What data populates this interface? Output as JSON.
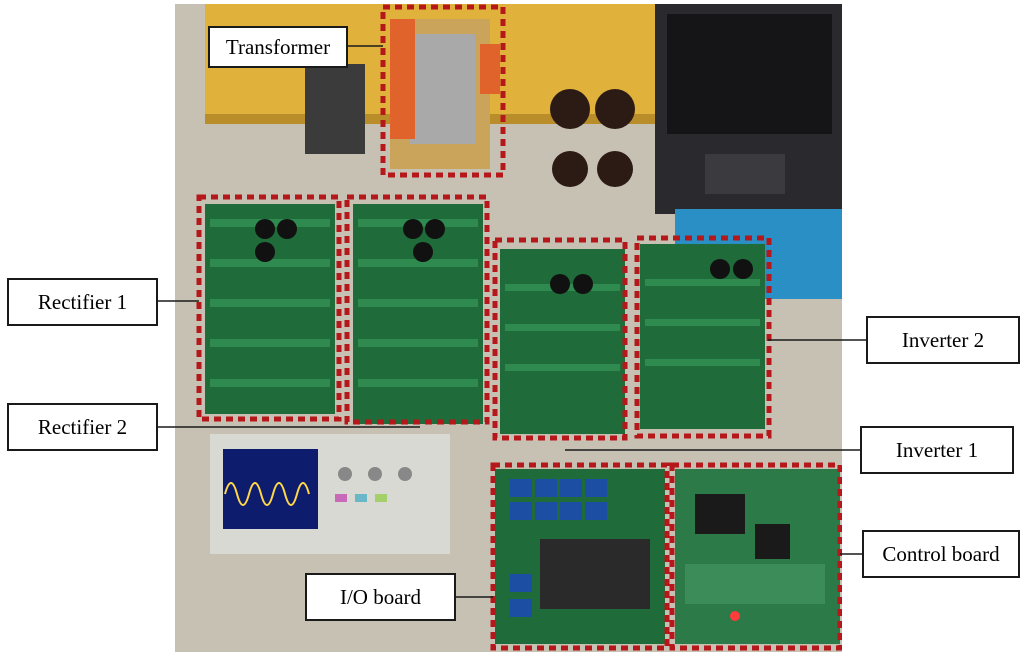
{
  "labels": {
    "transformer": "Transformer",
    "rectifier_1": "Rectifier 1",
    "rectifier_2": "Rectifier 2",
    "inverter_1": "Inverter 1",
    "inverter_2": "Inverter 2",
    "io_board": "I/O board",
    "control_board": "Control board"
  },
  "colors": {
    "highlight_box": "#b5171a",
    "pcb_green": "#1f6b3a",
    "relay_blue": "#1c4fa3",
    "floor": "#c9c4b6",
    "yellow_wall": "#e3b43a"
  }
}
